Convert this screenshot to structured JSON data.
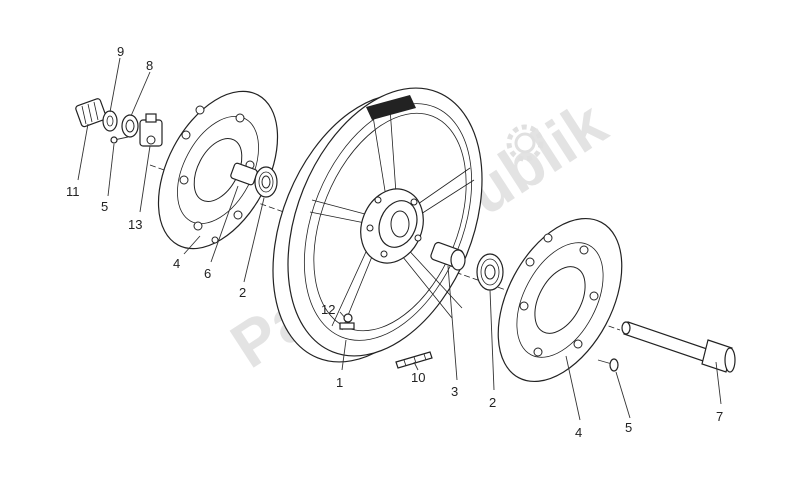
{
  "watermark": {
    "text": "PartsRepublik"
  },
  "callouts": [
    {
      "id": "c1",
      "label": "1"
    },
    {
      "id": "c2a",
      "label": "2"
    },
    {
      "id": "c2b",
      "label": "2"
    },
    {
      "id": "c3",
      "label": "3"
    },
    {
      "id": "c4a",
      "label": "4"
    },
    {
      "id": "c4b",
      "label": "4"
    },
    {
      "id": "c5a",
      "label": "5"
    },
    {
      "id": "c5b",
      "label": "5"
    },
    {
      "id": "c6",
      "label": "6"
    },
    {
      "id": "c7",
      "label": "7"
    },
    {
      "id": "c8",
      "label": "8"
    },
    {
      "id": "c9",
      "label": "9"
    },
    {
      "id": "c10",
      "label": "10"
    },
    {
      "id": "c11",
      "label": "11"
    },
    {
      "id": "c12",
      "label": "12"
    },
    {
      "id": "c13",
      "label": "13"
    }
  ]
}
